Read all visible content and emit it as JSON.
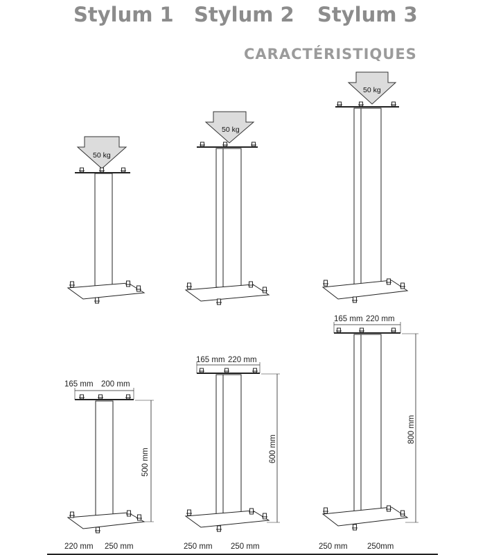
{
  "header": {
    "models": [
      "Stylum 1",
      "Stylum 2",
      "Stylum 3"
    ],
    "subtitle": "CARACTÉRISTIQUES"
  },
  "load_label": "50 kg",
  "stand1": {
    "top_left": "165 mm",
    "top_right": "200 mm",
    "height": "500 mm",
    "base_left": "220 mm",
    "base_right": "250 mm"
  },
  "stand2": {
    "top_left": "165 mm",
    "top_right": "220 mm",
    "height": "600 mm",
    "base_left": "250 mm",
    "base_right": "250 mm"
  },
  "stand3": {
    "top_left": "165 mm",
    "top_right": "220 mm",
    "height": "800 mm",
    "base_left": "250 mm",
    "base_right": "250mm"
  },
  "colors": {
    "title": "#8c8c8c",
    "arrow_fill": "#dcdcdc",
    "line": "#222222"
  }
}
